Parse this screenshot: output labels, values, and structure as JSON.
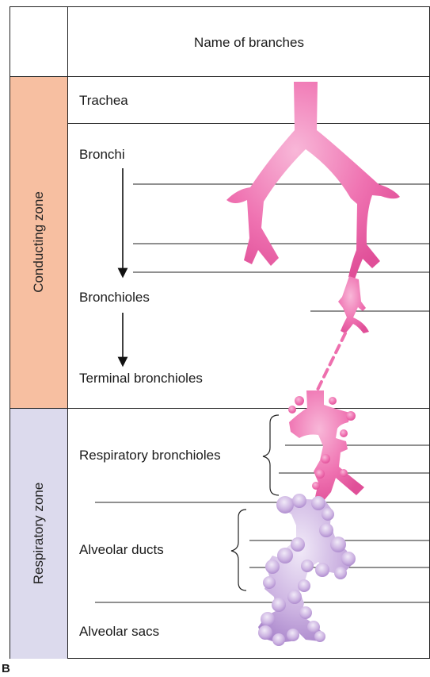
{
  "header": {
    "column_title": "Name of branches"
  },
  "zones": {
    "conducting": {
      "label": "Conducting zone",
      "color": "#f7bfa1"
    },
    "respiratory": {
      "label": "Respiratory zone",
      "color": "#dcdaed"
    }
  },
  "branches": [
    {
      "label": "Trachea"
    },
    {
      "label": "Bronchi"
    },
    {
      "label": "Bronchioles"
    },
    {
      "label": "Terminal bronchioles"
    },
    {
      "label": "Respiratory bronchioles"
    },
    {
      "label": "Alveolar ducts"
    },
    {
      "label": "Alveolar sacs"
    }
  ],
  "figure_label": "B",
  "colors": {
    "airway": "#ee6fae",
    "alveoli": "#c9b0dd"
  }
}
